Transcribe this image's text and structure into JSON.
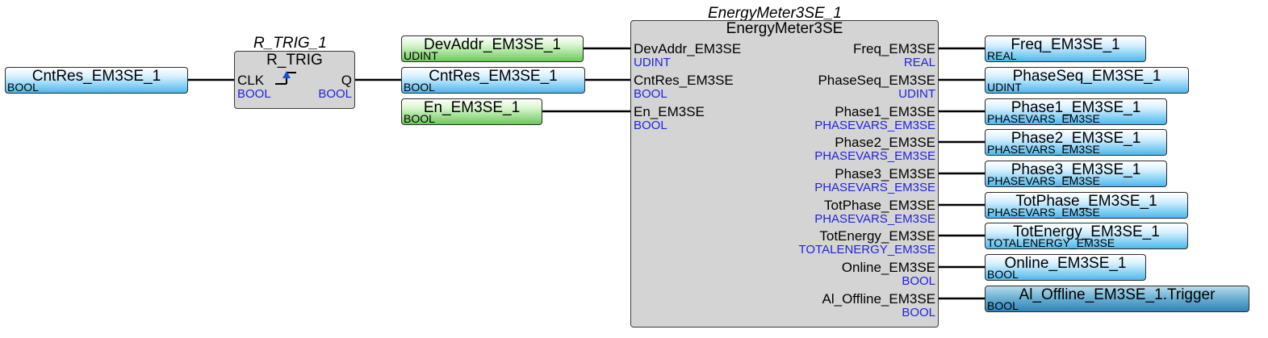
{
  "rtrig": {
    "instance": "R_TRIG_1",
    "type": "R_TRIG",
    "inputs": [
      {
        "name": "CLK",
        "type": "BOOL"
      }
    ],
    "outputs": [
      {
        "name": "Q",
        "type": "BOOL"
      }
    ]
  },
  "meter": {
    "instance": "EnergyMeter3SE_1",
    "type": "EnergyMeter3SE",
    "inputs": [
      {
        "name": "DevAddr_EM3SE",
        "type": "UDINT"
      },
      {
        "name": "CntRes_EM3SE",
        "type": "BOOL"
      },
      {
        "name": "En_EM3SE",
        "type": "BOOL"
      }
    ],
    "outputs": [
      {
        "name": "Freq_EM3SE",
        "type": "REAL"
      },
      {
        "name": "PhaseSeq_EM3SE",
        "type": "UDINT"
      },
      {
        "name": "Phase1_EM3SE",
        "type": "PHASEVARS_EM3SE"
      },
      {
        "name": "Phase2_EM3SE",
        "type": "PHASEVARS_EM3SE"
      },
      {
        "name": "Phase3_EM3SE",
        "type": "PHASEVARS_EM3SE"
      },
      {
        "name": "TotPhase_EM3SE",
        "type": "PHASEVARS_EM3SE"
      },
      {
        "name": "TotEnergy_EM3SE",
        "type": "TOTALENERGY_EM3SE"
      },
      {
        "name": "Online_EM3SE",
        "type": "BOOL"
      },
      {
        "name": "Al_Offline_EM3SE",
        "type": "BOOL"
      }
    ]
  },
  "vars": {
    "cntres_in": {
      "name": "CntRes_EM3SE_1",
      "type": "BOOL"
    },
    "devaddr": {
      "name": "DevAddr_EM3SE_1",
      "type": "UDINT"
    },
    "cntres_q": {
      "name": "CntRes_EM3SE_1",
      "type": "BOOL"
    },
    "en": {
      "name": "En_EM3SE_1",
      "type": "BOOL"
    },
    "outputs": [
      {
        "name": "Freq_EM3SE_1",
        "type": "REAL"
      },
      {
        "name": "PhaseSeq_EM3SE_1",
        "type": "UDINT"
      },
      {
        "name": "Phase1_EM3SE_1",
        "type": "PHASEVARS_EM3SE"
      },
      {
        "name": "Phase2_EM3SE_1",
        "type": "PHASEVARS_EM3SE"
      },
      {
        "name": "Phase3_EM3SE_1",
        "type": "PHASEVARS_EM3SE"
      },
      {
        "name": "TotPhase_EM3SE_1",
        "type": "PHASEVARS_EM3SE"
      },
      {
        "name": "TotEnergy_EM3SE_1",
        "type": "TOTALENERGY_EM3SE"
      },
      {
        "name": "Online_EM3SE_1",
        "type": "BOOL"
      },
      {
        "name": "Al_Offline_EM3SE_1.Trigger",
        "type": "BOOL"
      }
    ]
  },
  "colors": {
    "wire": "#000000",
    "pin_type": "#2222dd",
    "block_fill": "#d4d4d4",
    "var_blue": "#4db8ec",
    "var_green": "#6cc85a",
    "var_dark": "#2f84b8",
    "edge_symbol": "#1a4fd6"
  }
}
